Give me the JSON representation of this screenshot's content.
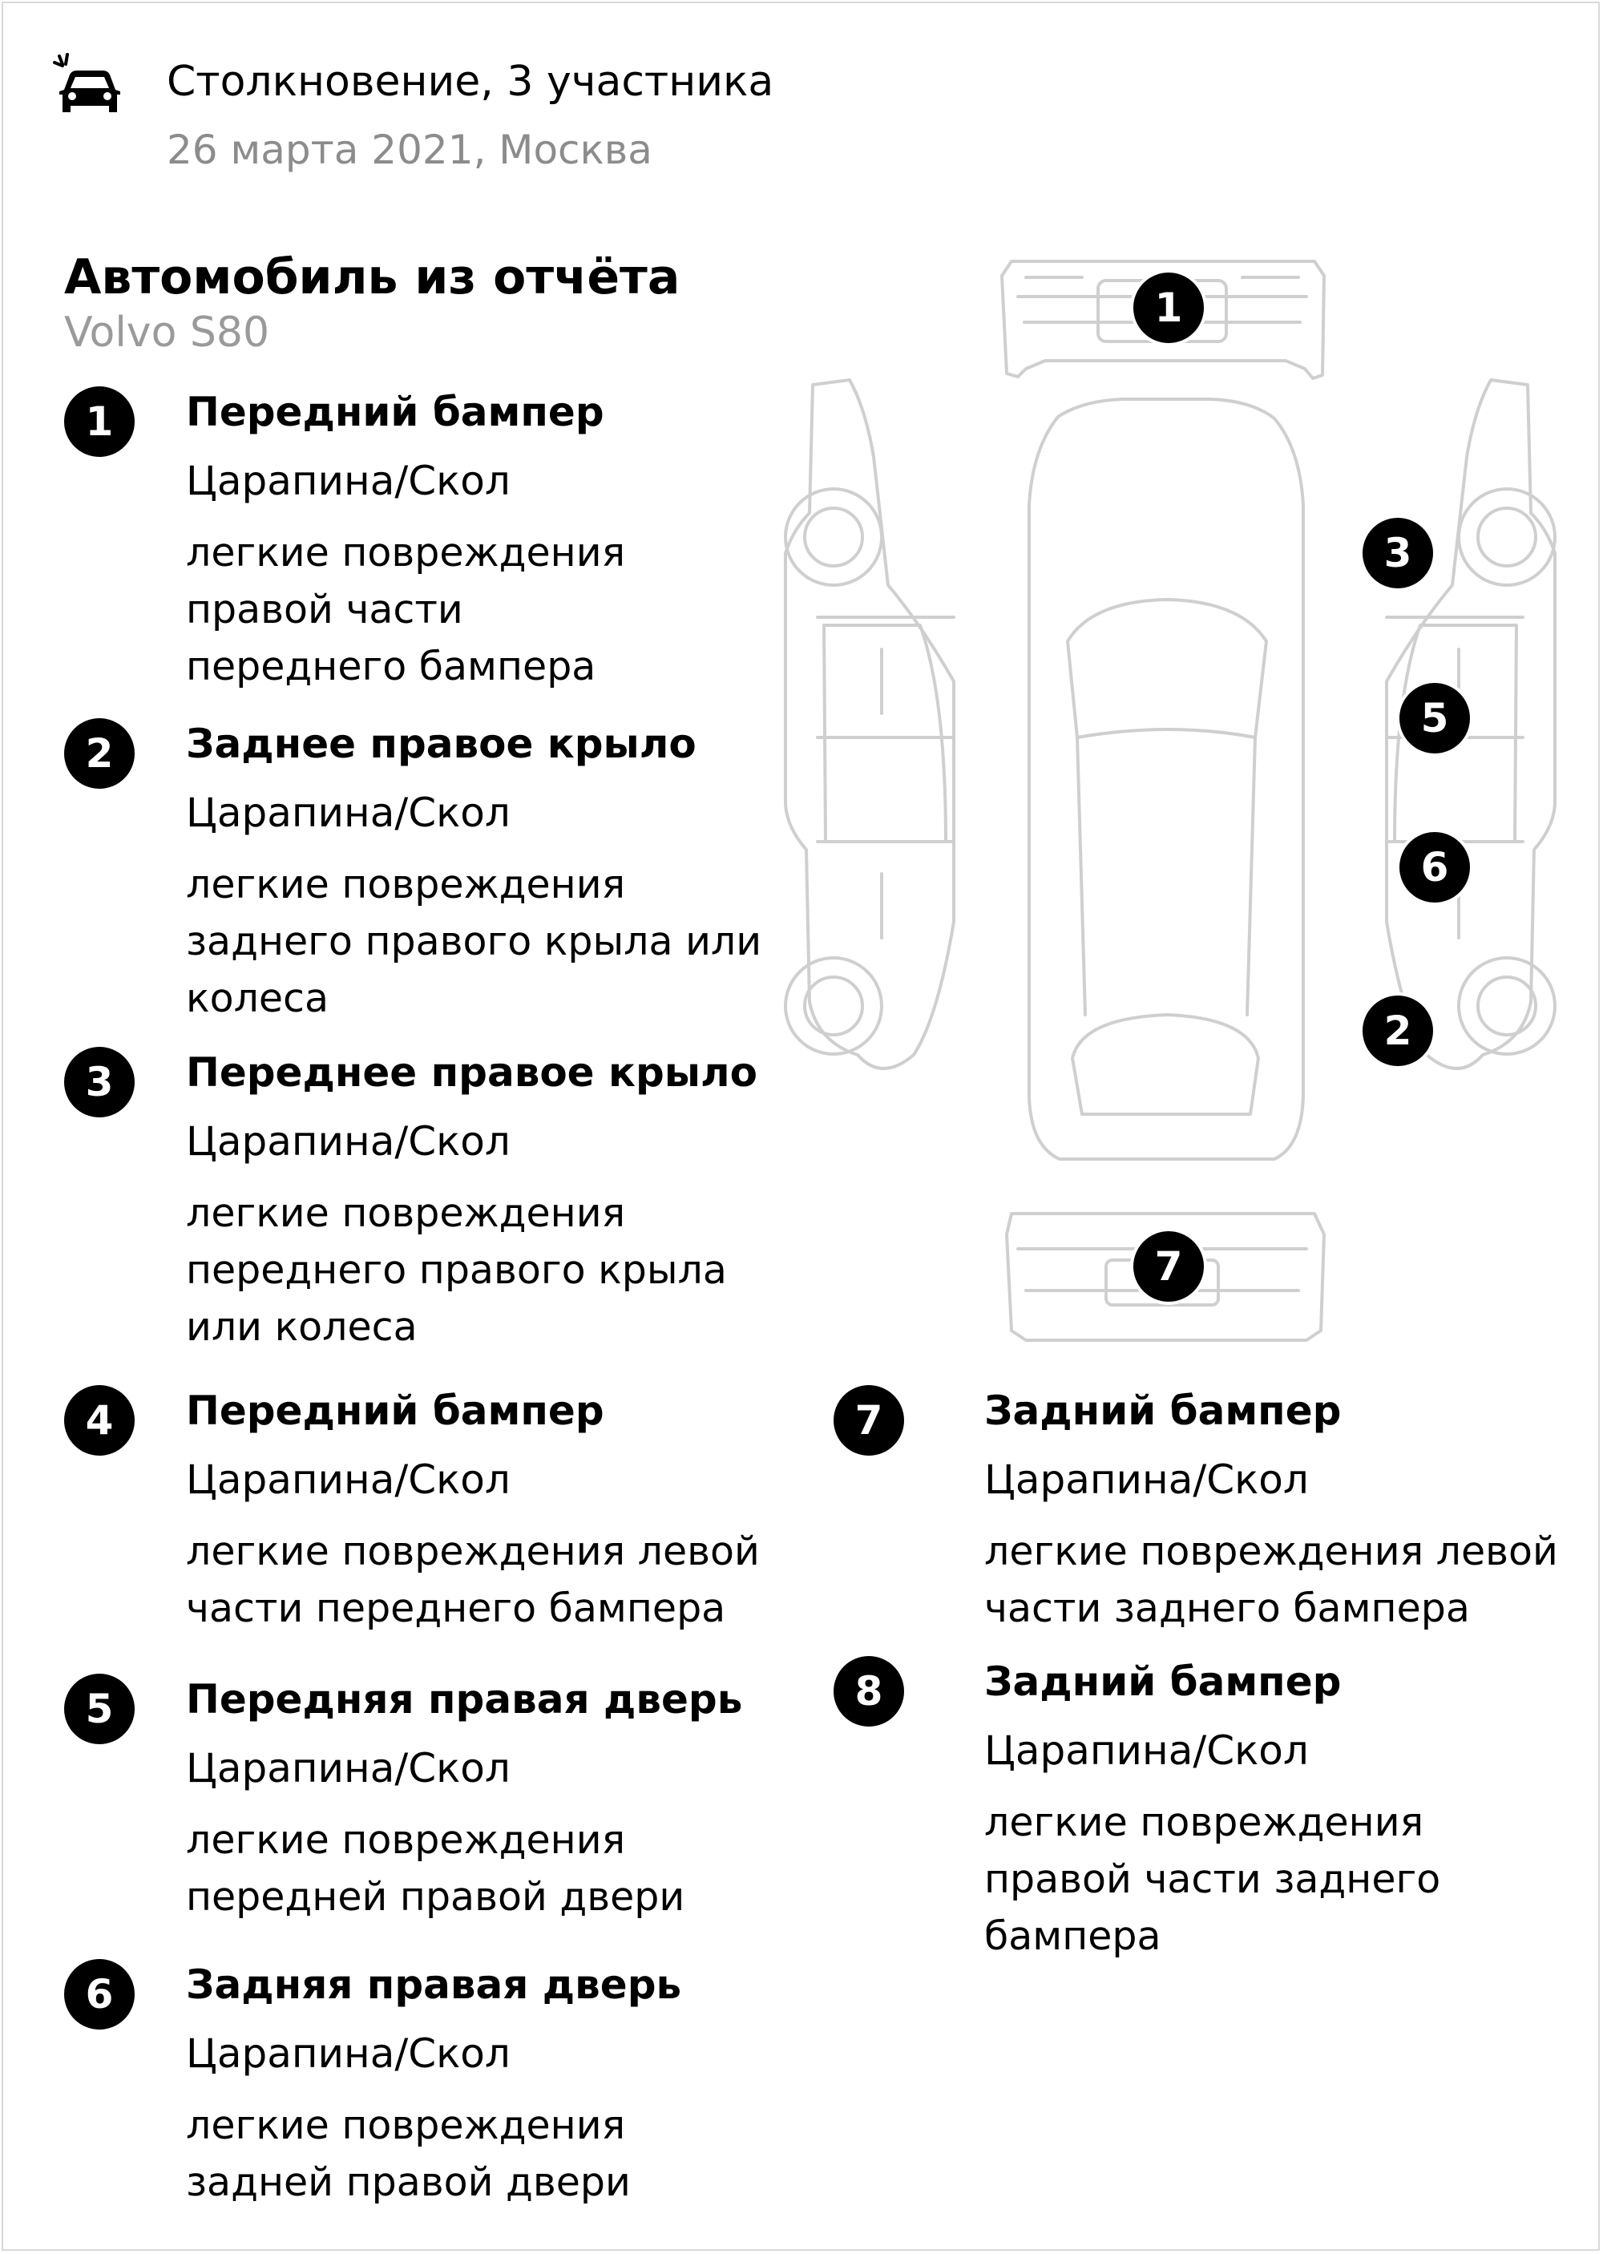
{
  "incident": {
    "icon": "car-crash-icon",
    "title": "Столкновение, 3 участника",
    "subtitle": "26 марта 2021, Москва"
  },
  "car": {
    "title": "Автомобиль из отчёта",
    "model": "Volvo S80"
  },
  "damages": [
    {
      "number": "1",
      "part": "Передний бампер",
      "type": "Царапина/Скол",
      "description": "легкие повреждения правой части переднего бампера"
    },
    {
      "number": "2",
      "part": "Заднее правое крыло",
      "type": "Царапина/Скол",
      "description": "легкие повреждения заднего правого крыла или колеса"
    },
    {
      "number": "3",
      "part": "Переднее правое крыло",
      "type": "Царапина/Скол",
      "description": "легкие повреждения переднего правого крыла или колеса"
    },
    {
      "number": "4",
      "part": "Передний бампер",
      "type": "Царапина/Скол",
      "description": "легкие повреждения левой части переднего бампера"
    },
    {
      "number": "5",
      "part": "Передняя правая дверь",
      "type": "Царапина/Скол",
      "description": "легкие повреждения передней правой двери"
    },
    {
      "number": "6",
      "part": "Задняя правая дверь",
      "type": "Царапина/Скол",
      "description": "легкие повреждения задней правой двери"
    },
    {
      "number": "7",
      "part": "Задний бампер",
      "type": "Царапина/Скол",
      "description": "легкие повреждения левой части заднего бампера"
    },
    {
      "number": "8",
      "part": "Задний бампер",
      "type": "Царапина/Скол",
      "description": "легкие повреждения правой части заднего бампера"
    }
  ],
  "diagram_pins": [
    "1",
    "3",
    "5",
    "6",
    "2",
    "7"
  ]
}
